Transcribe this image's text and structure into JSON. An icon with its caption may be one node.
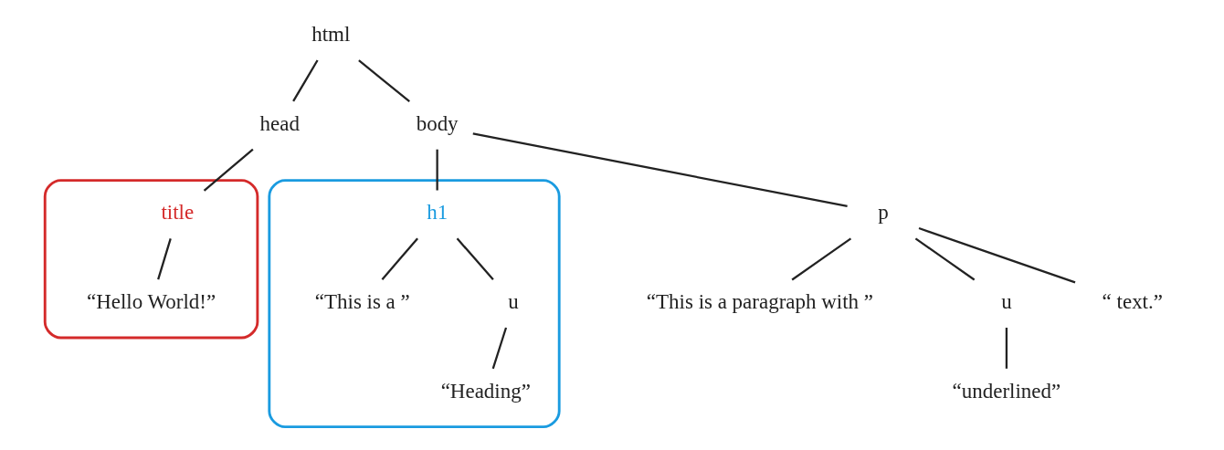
{
  "diagram": {
    "nodes": [
      {
        "text": [
          "html"
        ]
      },
      {
        "text": [
          "head"
        ]
      },
      {
        "text": [
          "body"
        ]
      },
      {
        "text": [],
        "shape": "trapezoid"
      },
      {
        "text": [
          "title"
        ],
        "in": 3
      },
      {
        "text": [],
        "shape": "trapezoid"
      },
      {
        "text": [
          "h1"
        ],
        "in": 5
      },
      {
        "text": [
          "p"
        ]
      },
      {
        "text": [
          "“Hello World!”"
        ],
        "in": 3
      },
      {
        "text": [
          "“This is a ”"
        ],
        "in": 5
      },
      {
        "text": [
          "u"
        ],
        "in": 5
      },
      {
        "text": [
          "“Heading”"
        ],
        "in": 5
      },
      {
        "text": [
          "“This is a paragraph with ”"
        ]
      },
      {
        "text": [
          "u"
        ]
      },
      {
        "text": [
          "“ text.”"
        ]
      },
      {
        "text": [
          "“underlined”"
        ]
      }
    ],
    "edges": [
      {
        "from": 0,
        "to": 1,
        "arrow": "none"
      },
      {
        "from": 0,
        "to": 2,
        "arrow": "none"
      },
      {
        "from": 1,
        "to": 4,
        "arrow": "none"
      },
      {
        "from": 2,
        "to": 6,
        "arrow": "none"
      },
      {
        "from": 2,
        "to": 7,
        "arrow": "none"
      },
      {
        "from": 4,
        "to": 8,
        "arrow": "none"
      },
      {
        "from": 6,
        "to": 9,
        "arrow": "none"
      },
      {
        "from": 6,
        "to": 10,
        "arrow": "none"
      },
      {
        "from": 10,
        "to": 11,
        "arrow": "none"
      },
      {
        "from": 7,
        "to": 12,
        "arrow": "none"
      },
      {
        "from": 7,
        "to": 13,
        "arrow": "none"
      },
      {
        "from": 7,
        "to": 14,
        "arrow": "none"
      },
      {
        "from": 13,
        "to": 15,
        "arrow": "none"
      }
    ]
  }
}
